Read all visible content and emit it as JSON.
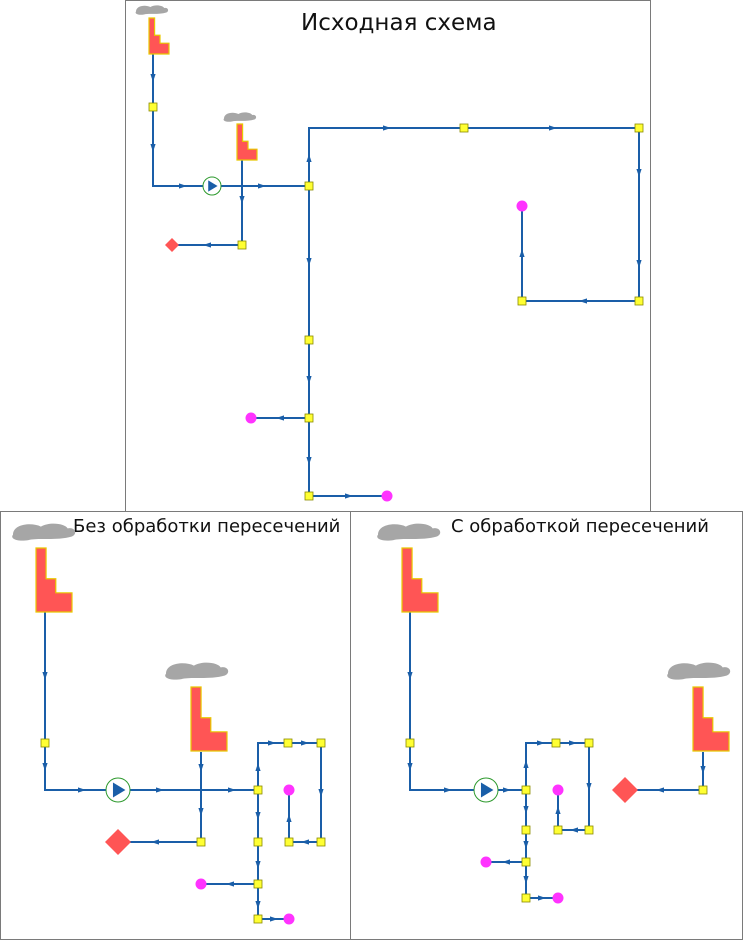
{
  "panels": {
    "top_title": "Исходная схема",
    "bottom_left_title": "Без обработки пересечений",
    "bottom_right_title": "С обработкой пересечений"
  },
  "colors": {
    "pipe": "#1a5ea8",
    "node_fill": "#ffff33",
    "node_stroke": "#8a8a00",
    "factory_fill": "#ff5555",
    "factory_stroke": "#e8c800",
    "smoke": "#a6a6a6",
    "consumer": "#ff33ff",
    "sink_diamond": "#ff5555",
    "pump_ring": "#2e9a2e",
    "pump_triangle": "#1a5ea8",
    "panel_border": "#7a7a7a"
  },
  "icons": [
    "factory-icon",
    "smoke-icon",
    "pump-icon",
    "junction-node-icon",
    "consumer-icon",
    "sink-diamond-icon",
    "flow-arrow-icon"
  ]
}
